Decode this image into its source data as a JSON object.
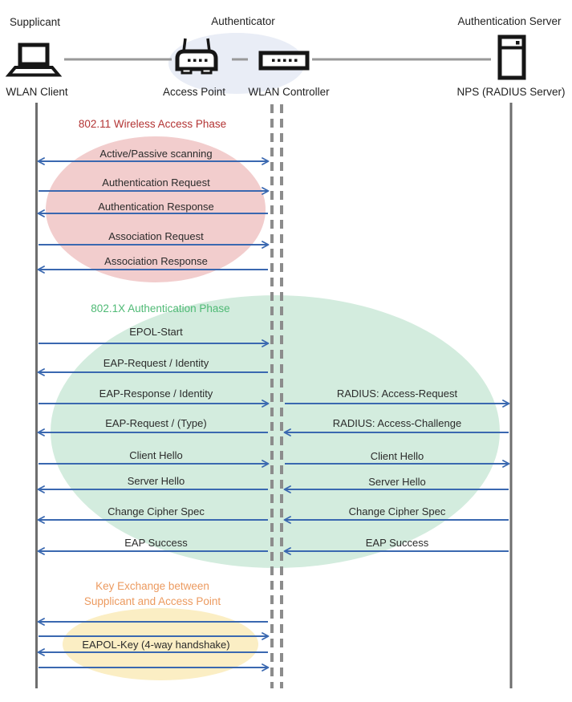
{
  "header": {
    "roles": [
      "Supplicant",
      "Authenticator",
      "Authentication Server"
    ],
    "devices": [
      "WLAN Client",
      "Access Point",
      "WLAN Controller",
      "NPS (RADIUS Server)"
    ]
  },
  "phases": [
    {
      "title": "802.11 Wireless Access Phase",
      "title_color": "#b33434",
      "bubble_color": "#f2cdcd"
    },
    {
      "title": "802.1X Authentication Phase",
      "title_color": "#4fba75",
      "bubble_color": "#d3ecde"
    },
    {
      "title_line1": "Key Exchange between",
      "title_line2": "Supplicant and Access Point",
      "title_color": "#ec9a5f",
      "bubble_color": "#fbeec4"
    }
  ],
  "messages": {
    "supplicant_authenticator": [
      {
        "label": "Active/Passive scanning",
        "direction": "bidirectional"
      },
      {
        "label": "Authentication Request",
        "direction": "to-authenticator"
      },
      {
        "label": "Authentication Response",
        "direction": "to-supplicant"
      },
      {
        "label": "Association Request",
        "direction": "to-authenticator"
      },
      {
        "label": "Association Response",
        "direction": "to-supplicant"
      },
      {
        "label": "EPOL-Start",
        "direction": "to-authenticator"
      },
      {
        "label": "EAP-Request / Identity",
        "direction": "to-supplicant"
      },
      {
        "label": "EAP-Response / Identity",
        "direction": "to-authenticator"
      },
      {
        "label": "EAP-Request / (Type)",
        "direction": "to-supplicant"
      },
      {
        "label": "Client Hello",
        "direction": "to-authenticator"
      },
      {
        "label": "Server Hello",
        "direction": "to-supplicant"
      },
      {
        "label": "Change Cipher Spec",
        "direction": "to-supplicant"
      },
      {
        "label": "EAP Success",
        "direction": "to-supplicant"
      },
      {
        "label": "EAPOL-Key (4-way handshake)",
        "direction": "bidirectional-4-way"
      }
    ],
    "authenticator_server": [
      {
        "label": "RADIUS: Access-Request",
        "direction": "to-server"
      },
      {
        "label": "RADIUS: Access-Challenge",
        "direction": "to-authenticator"
      },
      {
        "label": "Client Hello",
        "direction": "to-server"
      },
      {
        "label": "Server Hello",
        "direction": "to-authenticator"
      },
      {
        "label": "Change Cipher Spec",
        "direction": "to-authenticator"
      },
      {
        "label": "EAP Success",
        "direction": "to-authenticator"
      }
    ]
  },
  "colors": {
    "arrow_blue": "#3a68b0",
    "lifeline_gray": "#6e6e6e",
    "dashed_lifeline_gray": "#8c8c8c",
    "connector_gray": "#999999",
    "authenticator_bubble": "#e9edf6",
    "phase1_bubble": "#f2cdcd",
    "phase2_bubble": "#d3ecde",
    "phase3_bubble": "#fbeec4"
  }
}
